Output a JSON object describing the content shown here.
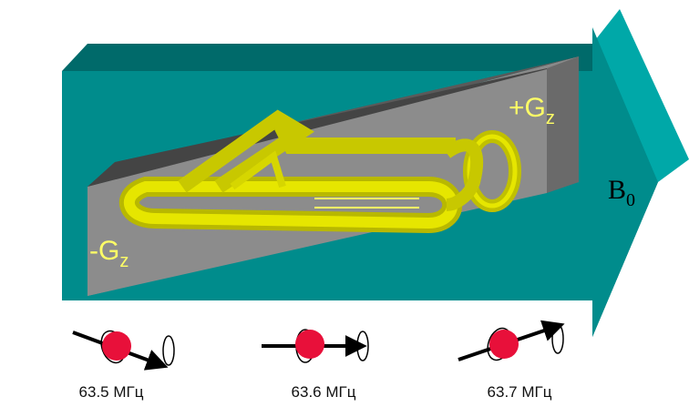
{
  "field_label": {
    "main": "B",
    "sub": "0"
  },
  "gradient_positive": {
    "main": "+G",
    "sub": "z"
  },
  "gradient_negative": {
    "main": "-G",
    "sub": "z"
  },
  "frequencies": [
    "63.5 МГц",
    "63.6 МГц",
    "63.7 МГц"
  ],
  "colors": {
    "field_arrow": "#008c8c",
    "gradient_wedge": "#808080",
    "coil": "#d4d400",
    "gradient_text": "#ffff66",
    "proton": "#e8103a"
  }
}
